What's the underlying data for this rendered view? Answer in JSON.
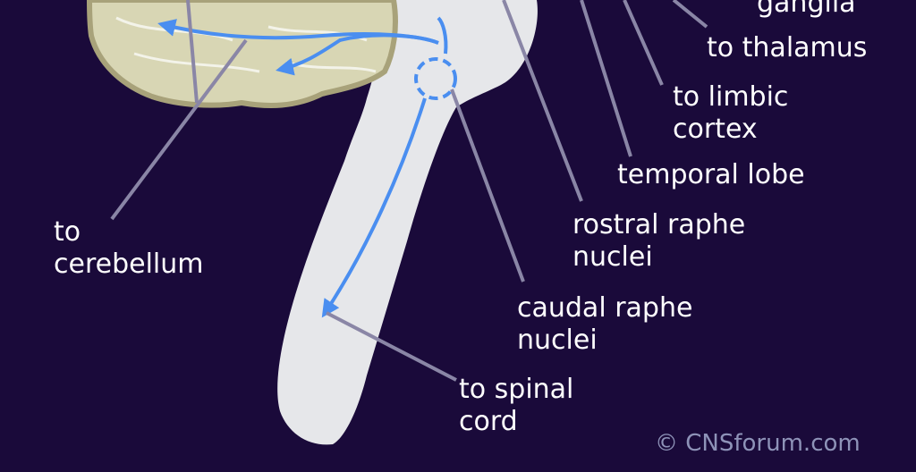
{
  "diagram": {
    "labels": {
      "basal_ganglia": "ganglia",
      "thalamus": "to thalamus",
      "limbic_line1": "to limbic",
      "limbic_line2": "cortex",
      "temporal": "temporal lobe",
      "rostral_line1": "rostral raphe",
      "rostral_line2": "nuclei",
      "caudal_line1": "caudal raphe",
      "caudal_line2": "nuclei",
      "spinal_line1": "to spinal",
      "spinal_line2": "cord",
      "cerebellum_line1": "to",
      "cerebellum_line2": "cerebellum"
    },
    "copyright": "© CNSforum.com",
    "colors": {
      "background": "#1a0a3a",
      "brainstem": "#e6e7ea",
      "cerebellum": "#d8d6b4",
      "cerebellum_outline": "#a8a27a",
      "pathway_arrow": "#4a8ef0",
      "leader_line": "#8a86a6",
      "label_text": "#ffffff",
      "copyright_text": "#8e93b8"
    }
  }
}
